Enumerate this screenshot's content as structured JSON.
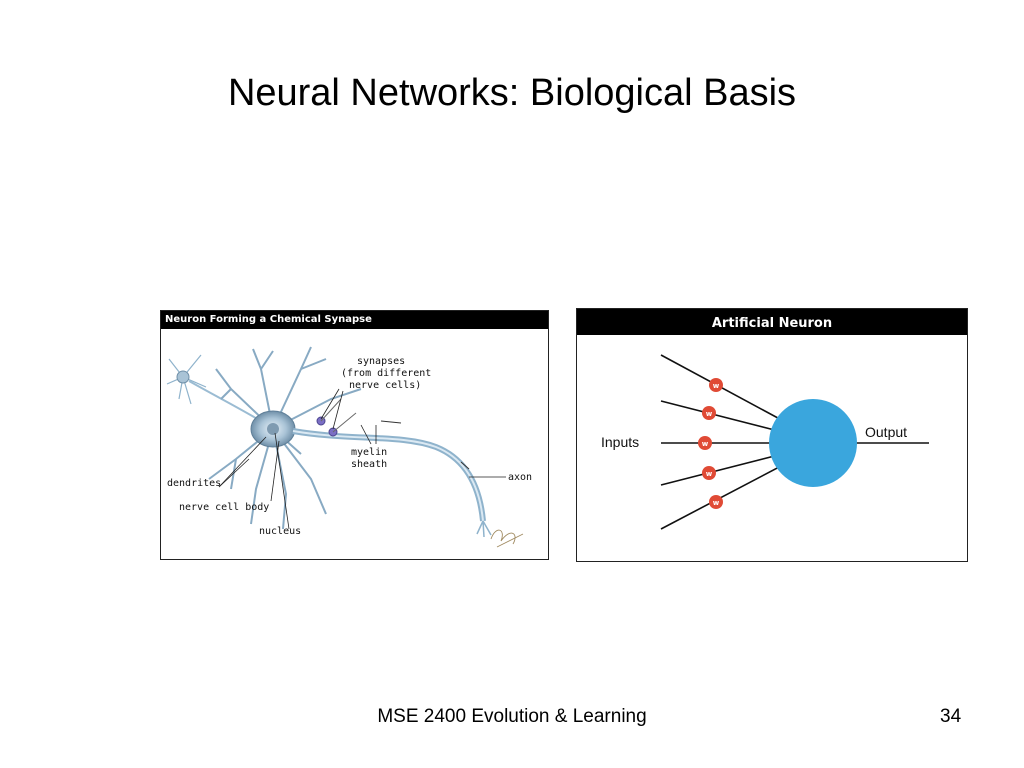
{
  "slide": {
    "title": "Neural Networks: Biological Basis",
    "footer": "MSE 2400 Evolution & Learning",
    "page_number": "34"
  },
  "biological_figure": {
    "header": "Neuron Forming a Chemical Synapse",
    "labels": {
      "synapses_line1": "synapses",
      "synapses_line2": "(from different",
      "synapses_line3": "nerve cells)",
      "myelin_line1": "myelin",
      "myelin_line2": "sheath",
      "axon": "axon",
      "dendrites": "dendrites",
      "nerve_cell_body": "nerve cell body",
      "nucleus": "nucleus"
    }
  },
  "artificial_figure": {
    "header": "Artificial Neuron",
    "inputs_label": "Inputs",
    "output_label": "Output",
    "weight_label": "w",
    "colors": {
      "neuron": "#3aa6dd",
      "weight": "#e04a35"
    }
  }
}
